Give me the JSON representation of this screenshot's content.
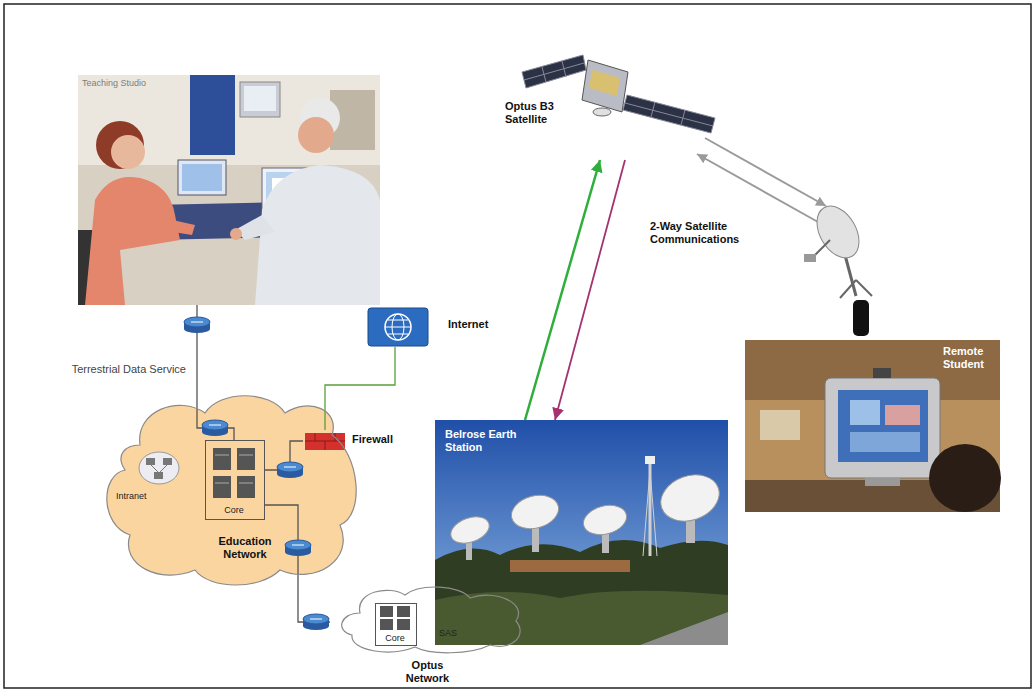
{
  "diagram": {
    "nodes": [
      {
        "text": [
          "Teaching Studio"
        ]
      },
      {
        "text": [
          "Optus B3 Satellite"
        ]
      },
      {
        "text": [
          "Internet"
        ]
      },
      {
        "text": [
          "Education Network"
        ]
      },
      {
        "text": [
          "Intranet"
        ],
        "in": 3
      },
      {
        "text": [
          "Core"
        ],
        "in": 3
      },
      {
        "text": [
          "Firewall"
        ]
      },
      {
        "text": [
          "Belrose Earth Station"
        ]
      },
      {
        "text": [
          "Optus Network"
        ]
      },
      {
        "text": [
          "Core"
        ],
        "in": 8
      },
      {
        "text": [
          "SAS"
        ],
        "in": 8
      },
      {
        "text": [
          "Remote Student"
        ]
      }
    ],
    "edges": [
      {
        "from": 0,
        "to": 5,
        "arrow": "none",
        "label": "Terrestrial Data Service"
      },
      {
        "from": 5,
        "to": 6,
        "arrow": "none"
      },
      {
        "from": 6,
        "to": 2,
        "arrow": "none"
      },
      {
        "from": 5,
        "to": 8,
        "arrow": "none"
      },
      {
        "from": 7,
        "to": 1,
        "arrow": "to"
      },
      {
        "from": 1,
        "to": 7,
        "arrow": "to"
      }
    ],
    "labels": [
      "2-Way Satellite Communications"
    ]
  }
}
